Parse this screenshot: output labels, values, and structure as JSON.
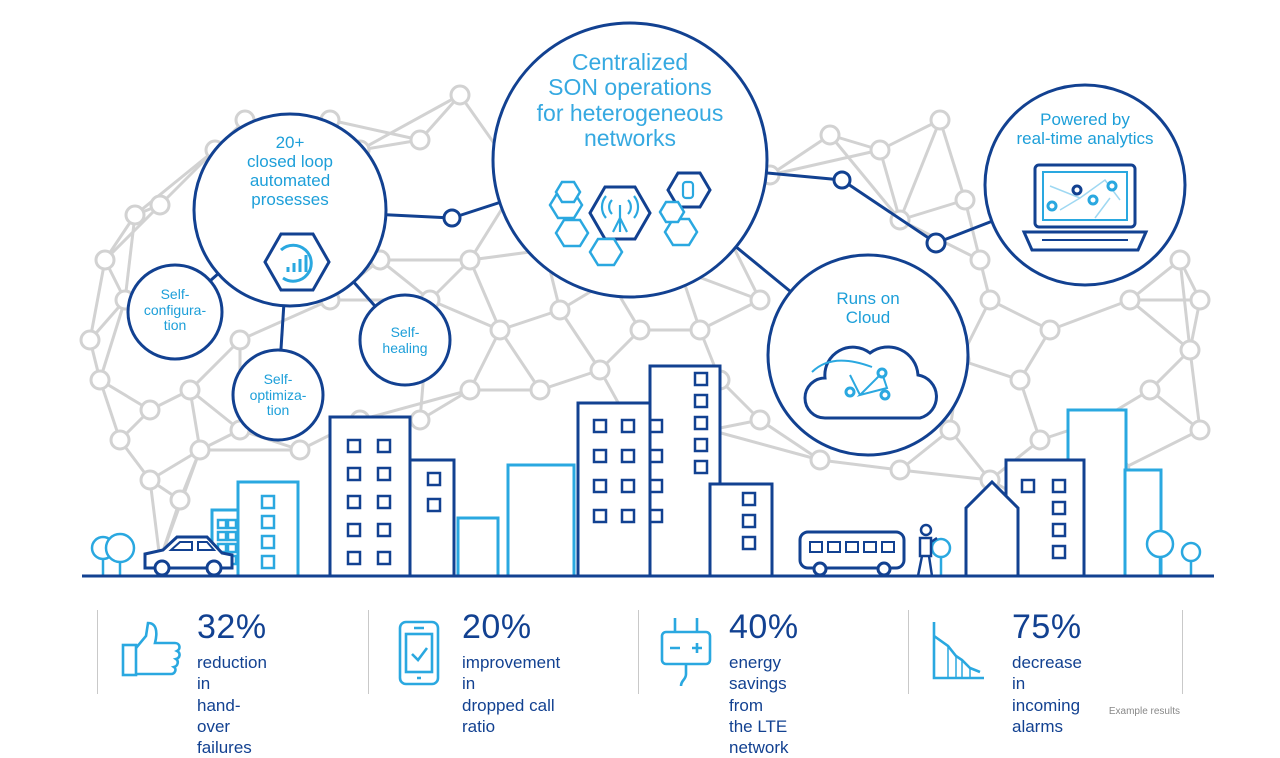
{
  "hubs": {
    "closed_loop": "20+\nclosed loop\nautomated\nprosesses",
    "centralized": "Centralized\nSON operations\nfor heterogeneous\nnetworks",
    "analytics": "Powered by\nreal-time analytics",
    "cloud": "Runs on\nCloud",
    "self_configuration": "Self-\nconfigura-\ntion",
    "self_optimization": "Self-\noptimiza-\ntion",
    "self_healing": "Self-\nhealing"
  },
  "stats": [
    {
      "value": "32%",
      "desc": "reduction in\nhand-over failures",
      "icon": "thumbs-up-icon"
    },
    {
      "value": "20%",
      "desc": "improvement in\ndropped call ratio",
      "icon": "smartphone-check-icon"
    },
    {
      "value": "40%",
      "desc": "energy savings from\nthe LTE network",
      "icon": "power-plug-icon"
    },
    {
      "value": "75%",
      "desc": "decrease in\nincoming alarms",
      "icon": "declining-chart-icon"
    }
  ],
  "footer": "Example results",
  "colors": {
    "navy": "#124191",
    "cyan": "#2aa8e0",
    "mesh": "#cfcfcf"
  }
}
